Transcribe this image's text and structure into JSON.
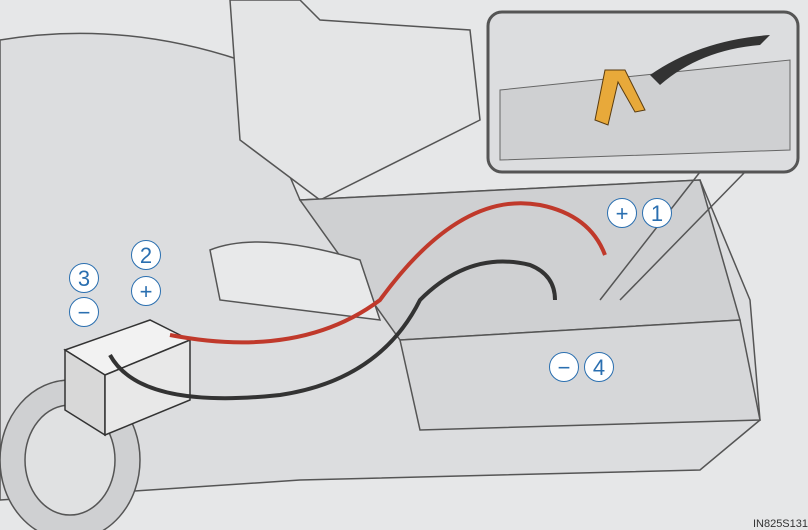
{
  "callouts": {
    "c1": "1",
    "c2": "2",
    "c3": "3",
    "c4": "4",
    "plus_a": "+",
    "plus_b": "+",
    "minus_a": "−",
    "minus_b": "−"
  },
  "figure_code": "IN825S131",
  "colors": {
    "red_cable": "#c0392b",
    "black_cable": "#333333",
    "hook": "#e8a93a",
    "callout": "#2a6fb0"
  }
}
